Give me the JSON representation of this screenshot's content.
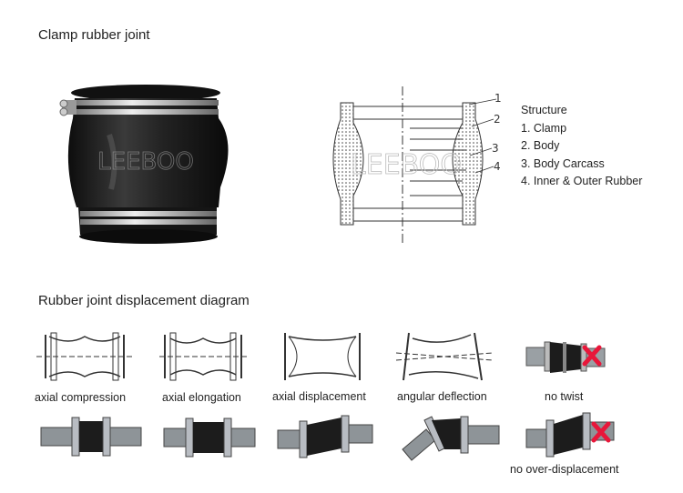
{
  "top_title": "Clamp rubber joint",
  "photo_watermark": "LEEBOO",
  "drawing_watermark": "LEEBOO",
  "structure": {
    "heading": "Structure",
    "items": [
      "1. Clamp",
      "2. Body",
      "3. Body Carcass",
      "4. Inner & Outer Rubber"
    ],
    "callouts": [
      "1",
      "2",
      "3",
      "4"
    ]
  },
  "section_title": "Rubber joint displacement diagram",
  "captions": {
    "axial_compression": "axial compression",
    "axial_elongation": "axial elongation",
    "axial_displacement": "axial displacement",
    "angular_deflection": "angular deflection",
    "no_twist": "no twist",
    "no_over_displacement": "no over-displacement"
  },
  "colors": {
    "rubber": "#1c1c1c",
    "clamp": "#b8bcc2",
    "pipe": "#8e9498",
    "cross": "#e8173a",
    "line": "#333333"
  }
}
